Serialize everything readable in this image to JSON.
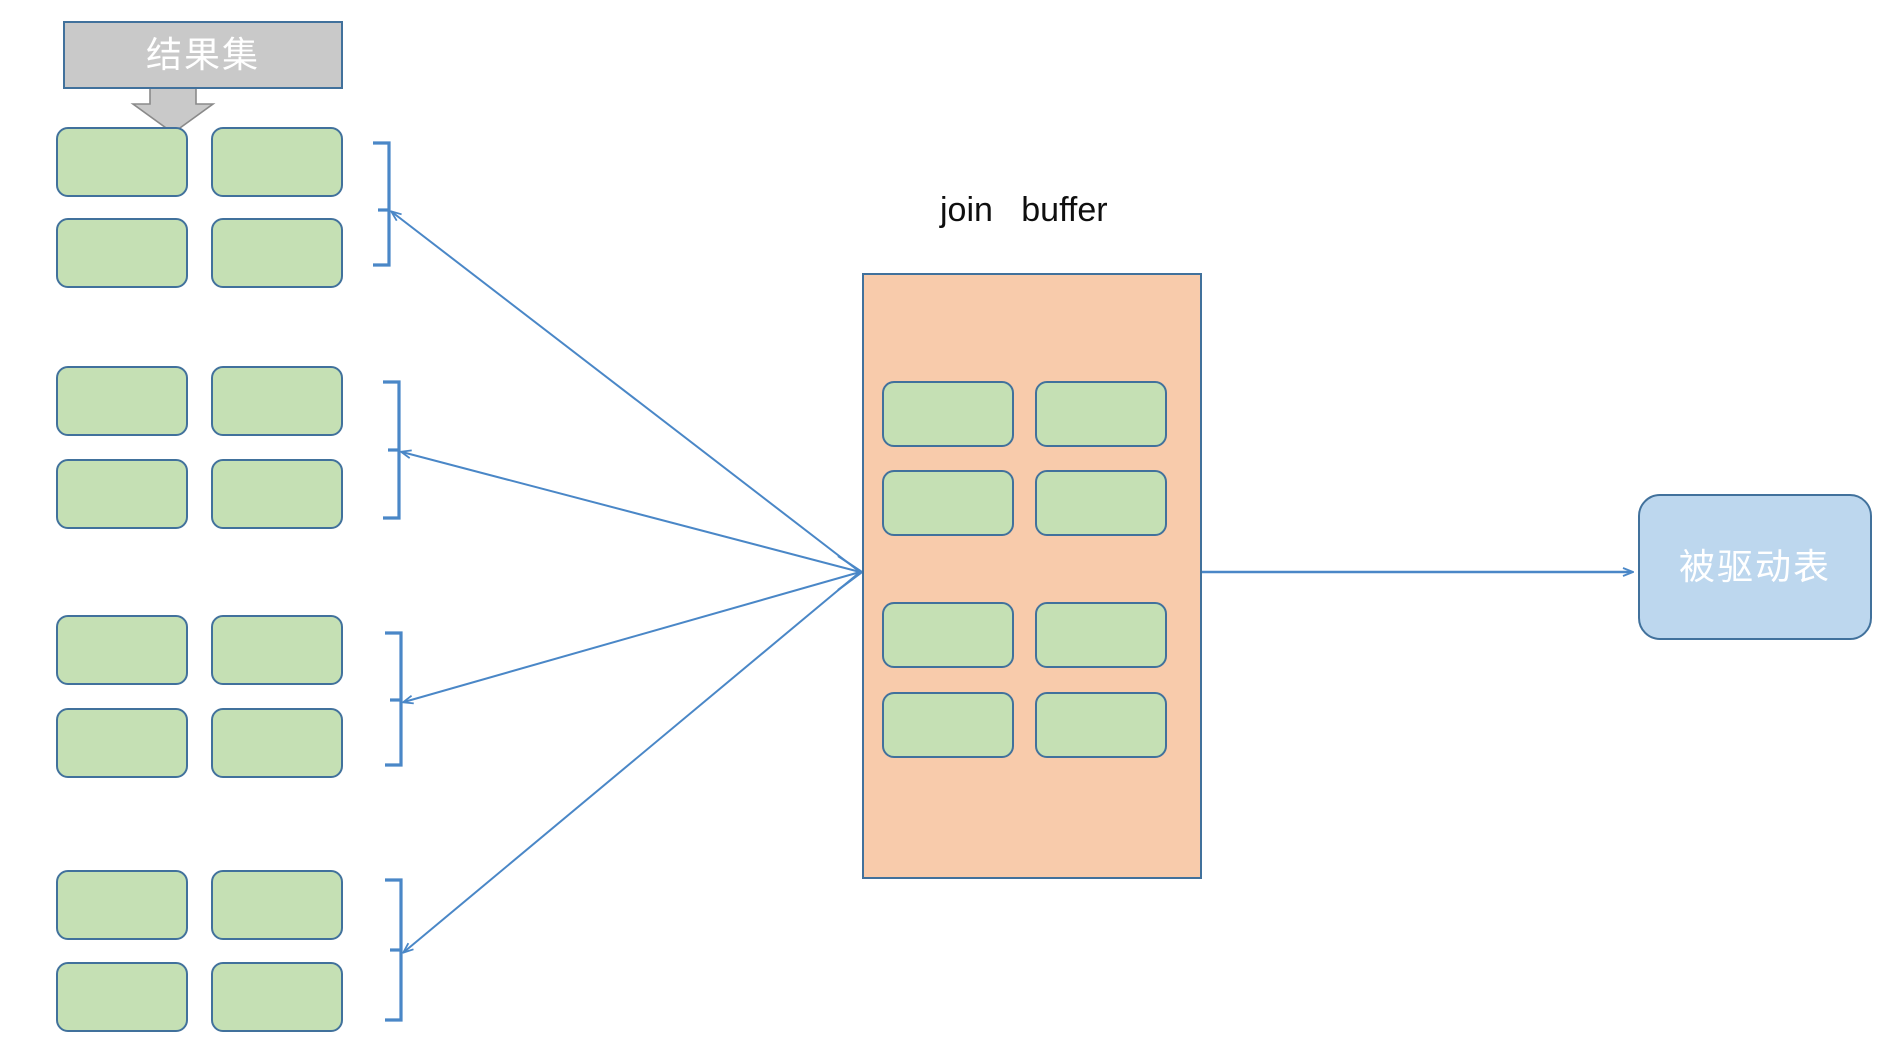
{
  "diagram": {
    "title_banner": {
      "label": "结果集",
      "fill": "#C9C9C9",
      "stroke": "#41719C",
      "text_color": "#FFFFFF"
    },
    "join_buffer": {
      "title": "join   buffer",
      "fill": "#F8CBAB",
      "stroke": "#41719C",
      "rows": [
        {
          "cells": [
            "",
            ""
          ]
        },
        {
          "cells": [
            "",
            ""
          ]
        },
        {
          "cells": [
            "",
            ""
          ]
        },
        {
          "cells": [
            "",
            ""
          ]
        }
      ]
    },
    "driven_table": {
      "label": "被驱动表",
      "fill": "#BDD7EE",
      "stroke": "#41719C",
      "text_color": "#FFFFFF"
    },
    "record_groups": [
      {
        "name": "group-1",
        "rows": [
          [
            "",
            ""
          ],
          [
            "",
            ""
          ]
        ]
      },
      {
        "name": "group-2",
        "rows": [
          [
            "",
            ""
          ],
          [
            "",
            ""
          ]
        ]
      },
      {
        "name": "group-3",
        "rows": [
          [
            "",
            ""
          ],
          [
            "",
            ""
          ]
        ]
      },
      {
        "name": "group-4",
        "rows": [
          [
            "",
            ""
          ],
          [
            "",
            ""
          ]
        ]
      }
    ],
    "colors": {
      "record_fill": "#C5E0B4",
      "record_stroke": "#41719C",
      "connector": "#4A87C7",
      "buffer_fill": "#F8CBAB",
      "driven_fill": "#BDD7EE",
      "banner_fill": "#C9C9C9",
      "background": "#FFFFFF"
    },
    "connectors": [
      {
        "name": "group-1-to-buffer",
        "from": "bracket-1",
        "to": "join-buffer"
      },
      {
        "name": "group-2-to-buffer",
        "from": "bracket-2",
        "to": "join-buffer"
      },
      {
        "name": "group-3-to-buffer",
        "from": "bracket-3",
        "to": "join-buffer"
      },
      {
        "name": "group-4-to-buffer",
        "from": "bracket-4",
        "to": "join-buffer"
      },
      {
        "name": "buffer-to-driven-table",
        "from": "join-buffer",
        "to": "driven-table"
      },
      {
        "name": "result-set-to-records",
        "from": "result-banner",
        "to": "group-1"
      }
    ]
  }
}
